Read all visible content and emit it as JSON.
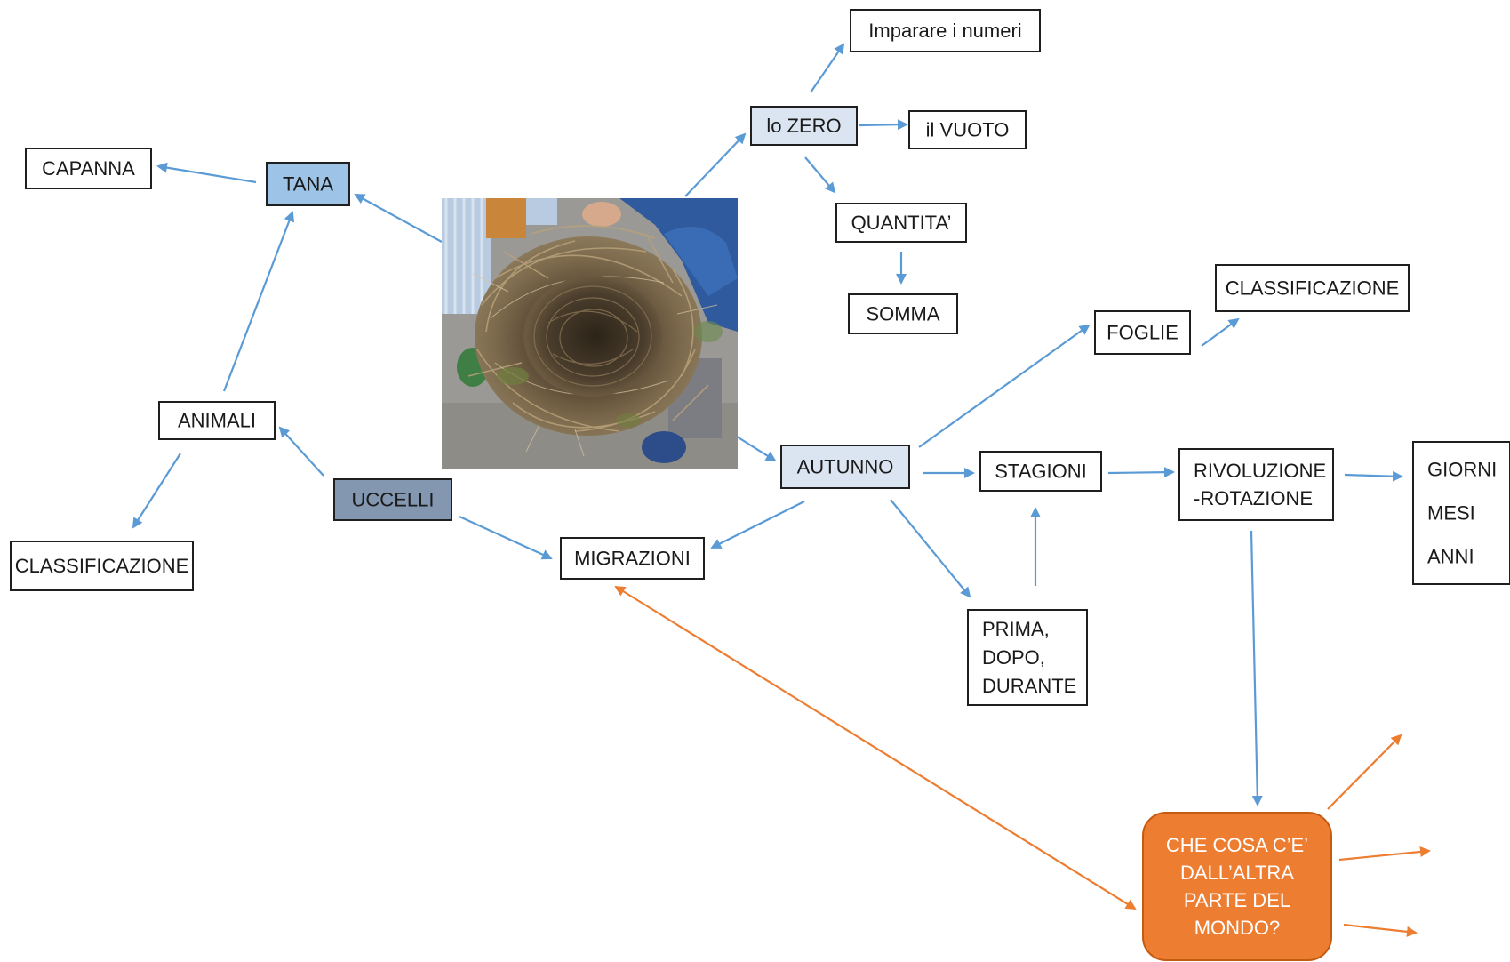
{
  "colors": {
    "arrow_blue": "#5b9bd5",
    "arrow_orange": "#ed7d31",
    "box_border": "#1f1f1f",
    "fill_white": "#ffffff",
    "fill_light_blue": "#dbe5f1",
    "fill_blue": "#9dc3e6",
    "fill_slate": "#8497b0",
    "fill_orange": "#ed7d31"
  },
  "photo": {
    "subject": "bird-nest-photo"
  },
  "nodes": {
    "imparare": {
      "lines": [
        "Imparare i numeri"
      ]
    },
    "zero": {
      "lines": [
        "lo ZERO"
      ]
    },
    "vuoto": {
      "lines": [
        "il VUOTO"
      ]
    },
    "quantita": {
      "lines": [
        "QUANTITA’"
      ]
    },
    "somma": {
      "lines": [
        "SOMMA"
      ]
    },
    "capanna": {
      "lines": [
        "CAPANNA"
      ]
    },
    "tana": {
      "lines": [
        "TANA"
      ]
    },
    "foglie": {
      "lines": [
        "FOGLIE"
      ]
    },
    "classificazione_top": {
      "lines": [
        "CLASSIFICAZIONE"
      ]
    },
    "animali": {
      "lines": [
        "ANIMALI"
      ]
    },
    "autunno": {
      "lines": [
        "AUTUNNO"
      ]
    },
    "stagioni": {
      "lines": [
        "STAGIONI"
      ]
    },
    "rivoluzione": {
      "lines": [
        "RIVOLUZIONE",
        "-ROTAZIONE"
      ]
    },
    "tempo": {
      "lines": [
        "GIORNI",
        "MESI",
        "ANNI"
      ]
    },
    "uccelli": {
      "lines": [
        "UCCELLI"
      ]
    },
    "classificazione_left": {
      "lines": [
        "CLASSIFICAZIONE"
      ]
    },
    "migrazioni": {
      "lines": [
        "MIGRAZIONI"
      ]
    },
    "prima": {
      "lines": [
        "PRIMA,",
        "DOPO,",
        "DURANTE"
      ]
    },
    "mondo": {
      "lines": [
        "CHE COSA C’E’",
        "DALL’ALTRA",
        "PARTE DEL",
        "MONDO?"
      ]
    }
  }
}
